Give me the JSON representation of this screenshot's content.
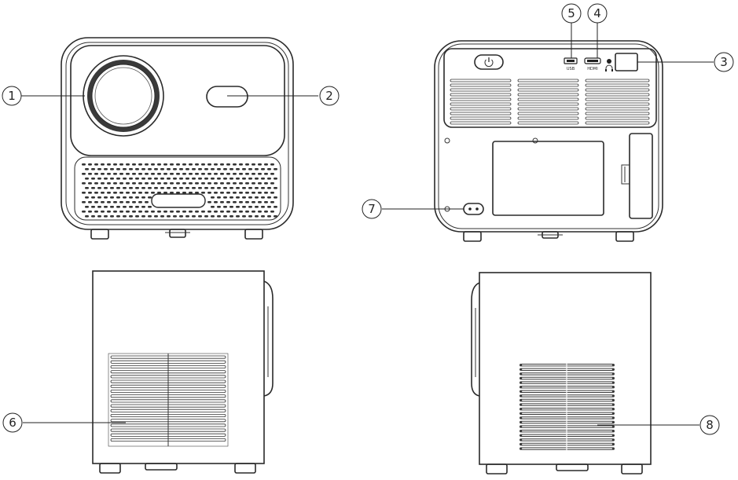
{
  "callouts": [
    {
      "id": "1",
      "label": "1"
    },
    {
      "id": "2",
      "label": "2"
    },
    {
      "id": "3",
      "label": "3"
    },
    {
      "id": "4",
      "label": "4"
    },
    {
      "id": "5",
      "label": "5"
    },
    {
      "id": "6",
      "label": "6"
    },
    {
      "id": "7",
      "label": "7"
    },
    {
      "id": "8",
      "label": "8"
    }
  ],
  "ports": {
    "usb": "USB",
    "hdmi": "HDMI"
  },
  "icons": [
    "power-icon",
    "headphone-icon",
    "ir-sensor-icon"
  ]
}
